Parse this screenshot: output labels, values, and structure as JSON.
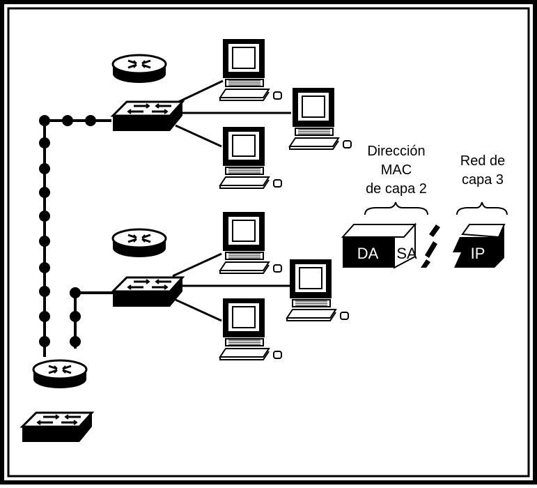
{
  "labels": {
    "mac_line1": "Dirección",
    "mac_line2": "MAC",
    "mac_line3": "de capa 2",
    "net_line1": "Red de",
    "net_line2": "capa 3"
  },
  "frame": {
    "da": "DA",
    "sa": "SA",
    "ip": "IP"
  },
  "colors": {
    "background": "#ffffff",
    "ink": "#000000",
    "frame_border": "#000000"
  },
  "icons": [
    "router-icon",
    "switch-icon",
    "computer-icon",
    "mouse-icon",
    "ethernet-segment-icon"
  ]
}
